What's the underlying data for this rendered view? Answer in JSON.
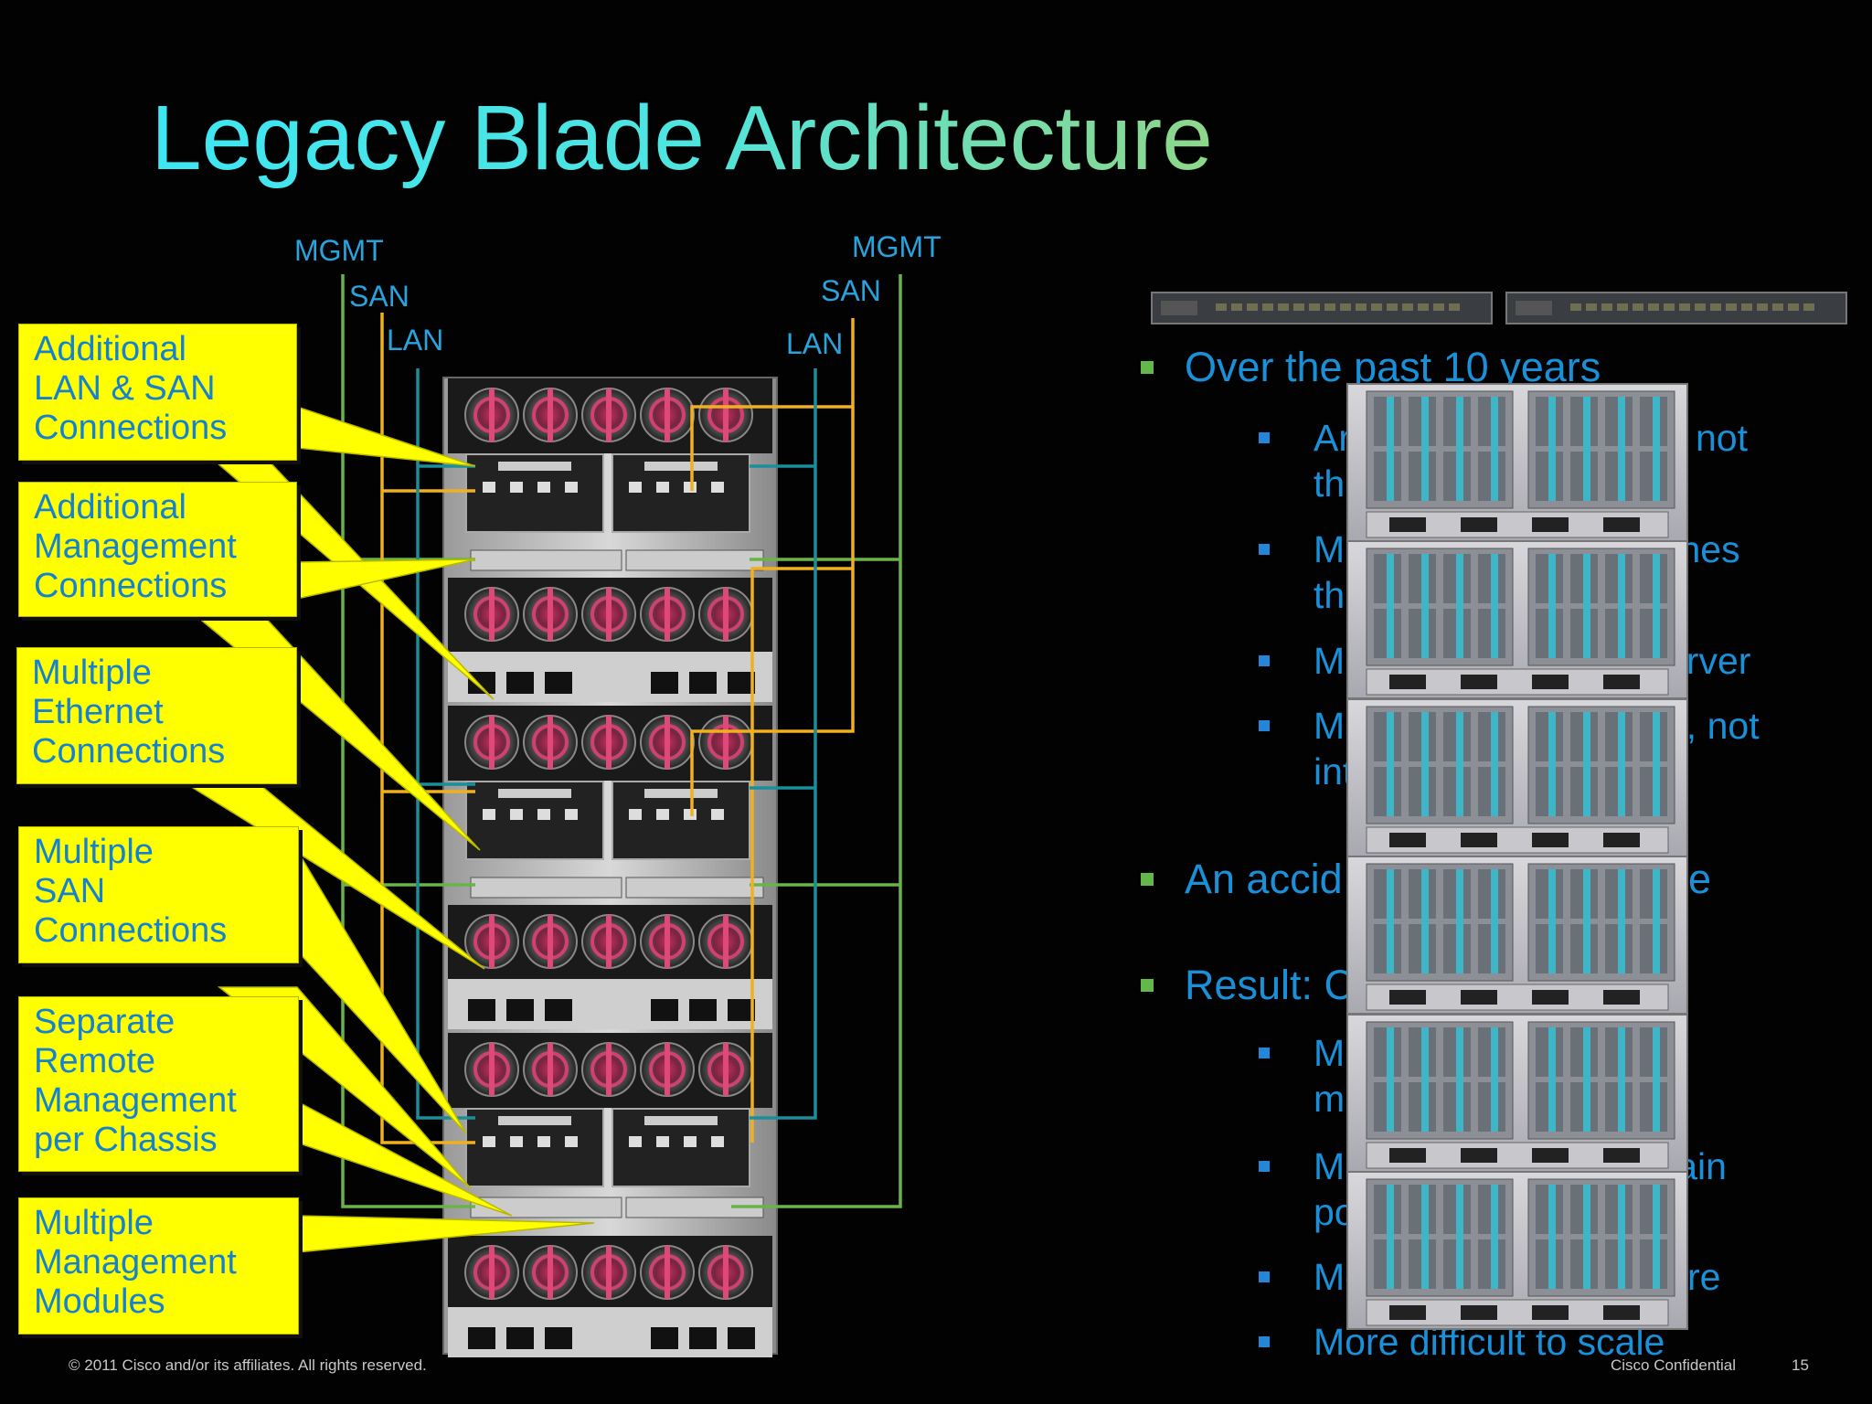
{
  "slide": {
    "title": "Legacy Blade Architecture",
    "left_labels": {
      "mgmt": "MGMT",
      "san": "SAN",
      "lan": "LAN"
    },
    "right_labels": {
      "mgmt": "MGMT",
      "san": "SAN",
      "lan": "LAN"
    },
    "callouts": [
      {
        "lines": [
          "Additional",
          "LAN & SAN",
          "Connections"
        ]
      },
      {
        "lines": [
          "Additional",
          "Management",
          "Connections"
        ]
      },
      {
        "lines": [
          "Multiple",
          "Ethernet",
          "Connections"
        ]
      },
      {
        "lines": [
          "Multiple",
          "SAN",
          "Connections"
        ]
      },
      {
        "lines": [
          "Separate",
          "Remote",
          "Management",
          "per Chassis"
        ]
      },
      {
        "lines": [
          "Multiple",
          "Management",
          "Modules"
        ]
      }
    ],
    "bullets": {
      "b1": "Over the past 10 years",
      "b1a": "Ar",
      "b1a_tail": "not",
      "b1a_l2": "th",
      "b1b": "M",
      "b1b_tail": "ches",
      "b1b_l2": "th",
      "b1c": "M",
      "b1c_tail": "erver",
      "b1d": "Ma",
      "b1d_tail": "d, not",
      "b1d_l2": "int",
      "b2": "An accid",
      "b2_tail": "re",
      "b3": "Result: C",
      "b3a": "M",
      "b3a_l2": "m",
      "b3b": "M",
      "b3b_tail": "ntain",
      "b3b_l2": "po",
      "b3c": "Mo",
      "b3c_tail": "re",
      "b3d": "More difficult to scale"
    },
    "footer": {
      "copyright": "© 2011 Cisco and/or its affiliates. All rights reserved.",
      "confidential": "Cisco Confidential",
      "page": "15"
    }
  },
  "colors": {
    "mgmt_line": "#6ab34a",
    "san_line": "#f0b020",
    "lan_line": "#1a8e9a",
    "callout_fill": "#ffff00",
    "callout_text": "#1482d0",
    "bullet_text": "#1a90d8"
  }
}
